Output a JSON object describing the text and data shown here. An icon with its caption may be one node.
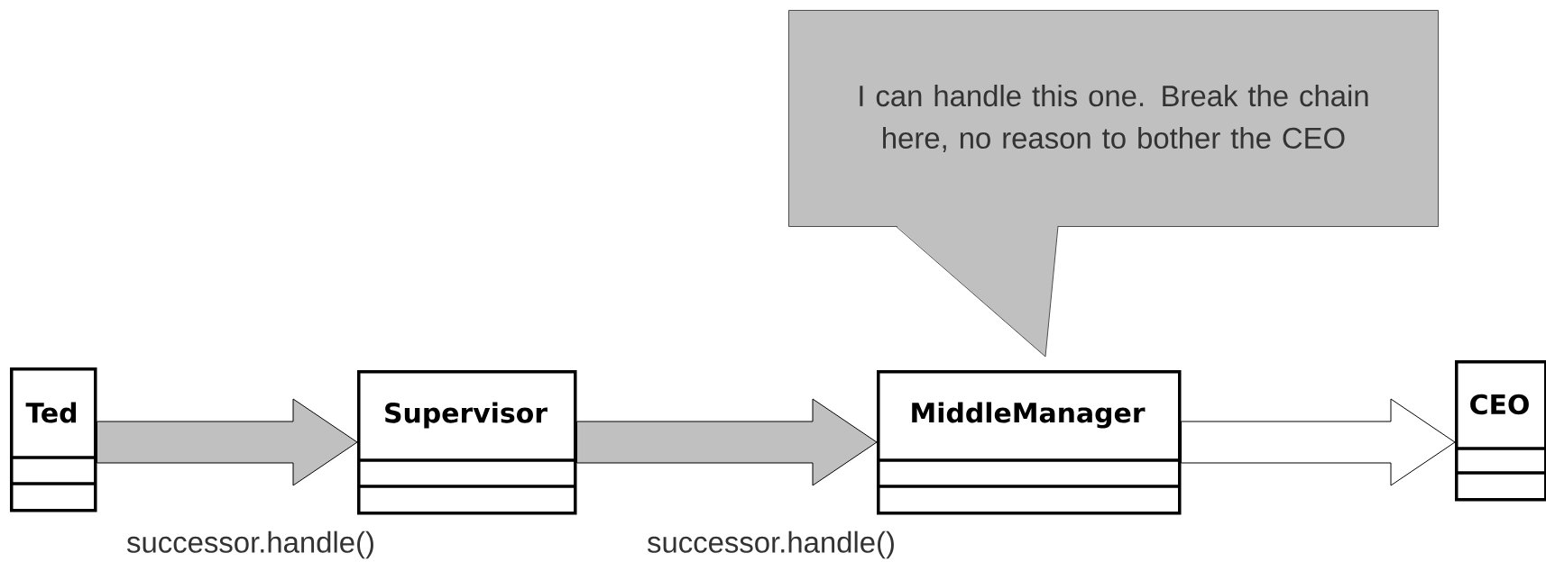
{
  "diagram": {
    "nodes": [
      {
        "text": [
          "I can handle this one. Break the chain here, no reason to bother the CEO"
        ]
      },
      {
        "text": [
          "Ted"
        ]
      },
      {
        "text": [
          "Supervisor"
        ]
      },
      {
        "text": [
          "MiddleManager"
        ]
      },
      {
        "text": [
          "CEO"
        ]
      }
    ],
    "edges": [
      {
        "from": 1,
        "to": 2,
        "arrow": "to",
        "label": "successor.handle()"
      },
      {
        "from": 2,
        "to": 3,
        "arrow": "to",
        "label": "successor.handle()"
      },
      {
        "from": 3,
        "to": 4,
        "arrow": "to",
        "color": "#ffffff"
      }
    ]
  }
}
